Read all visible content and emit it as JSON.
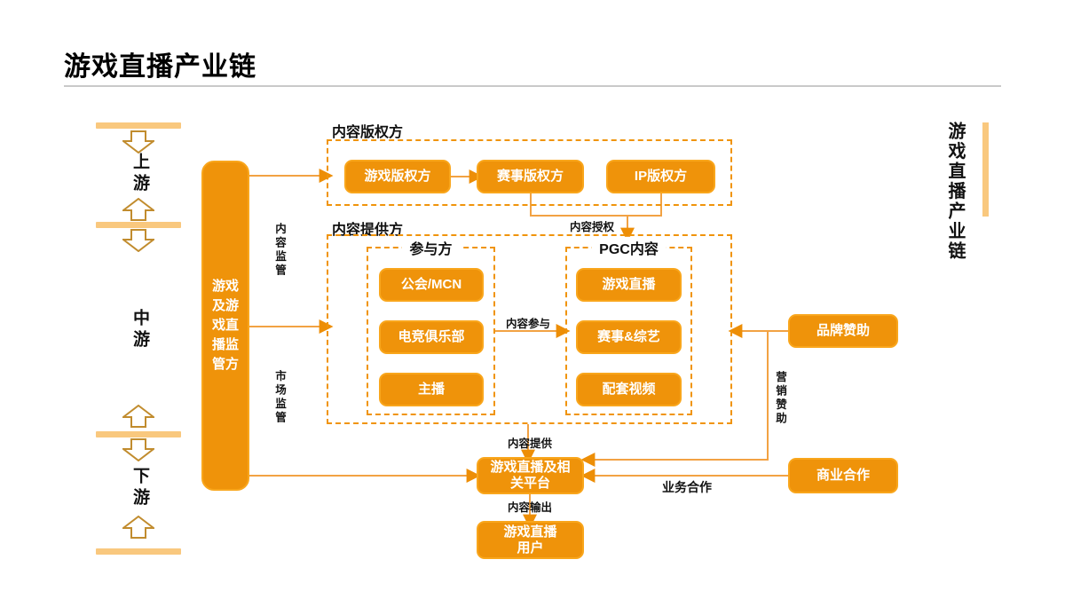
{
  "title": "游戏直播产业链",
  "side_title": "游戏直播产业链",
  "left_rail": {
    "upstream": "上游",
    "midstream": "中游",
    "downstream": "下游"
  },
  "regulator": "游戏及游戏直播监管方",
  "sections": {
    "copyright": {
      "title": "内容版权方",
      "items": [
        "游戏版权方",
        "赛事版权方",
        "IP版权方"
      ]
    },
    "provider": {
      "title": "内容提供方",
      "groups": [
        {
          "title": "参与方",
          "items": [
            "公会/MCN",
            "电竞俱乐部",
            "主播"
          ]
        },
        {
          "title": "PGC内容",
          "items": [
            "游戏直播",
            "赛事&综艺",
            "配套视频"
          ]
        }
      ]
    }
  },
  "nodes": {
    "platform": "游戏直播及相\n关平台",
    "users": "游戏直播\n用户",
    "brand_sponsor": "品牌赞助",
    "business_partner": "商业合作"
  },
  "edge_labels": {
    "content_supervision": "内容监管",
    "market_supervision": "市场监管",
    "content_licensing": "内容授权",
    "content_participation": "内容参与",
    "content_supply": "内容提供",
    "content_output": "内容输出",
    "business_cooperation": "业务合作",
    "marketing_sponsorship": "营销赞助"
  },
  "colors": {
    "node_fill": "#EF930A",
    "node_border": "#F9A61C",
    "light_orange": "#F9C87E",
    "connector": "#F2A243",
    "arrowhead": "#ED8E06",
    "block_arrow_outline": "#C18C2E",
    "dashed_border": "#F0940B",
    "title_underline": "#C9C9C9"
  }
}
